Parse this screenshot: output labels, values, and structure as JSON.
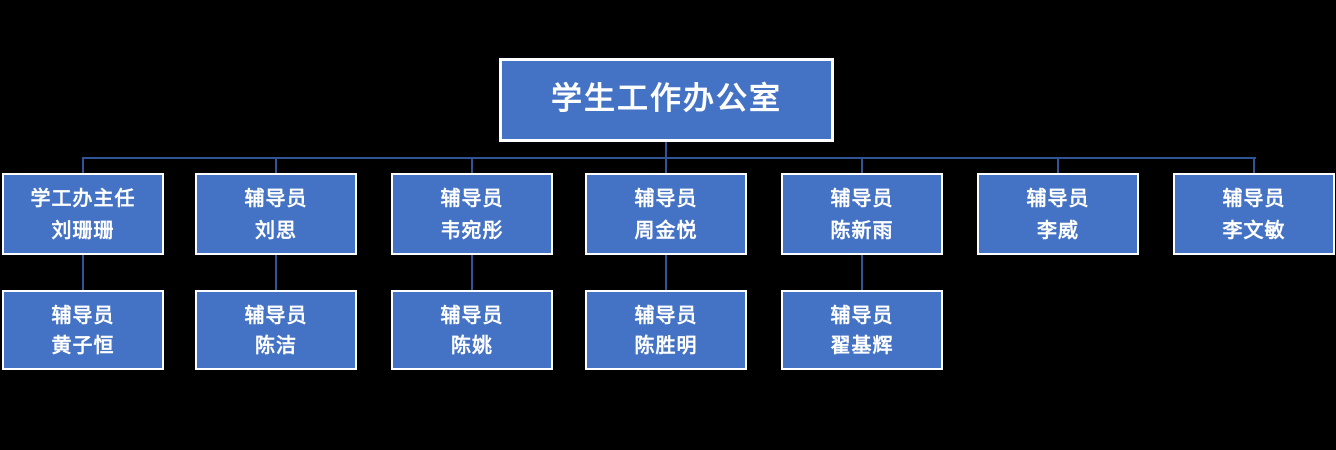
{
  "org": {
    "root": {
      "label": "学生工作办公室"
    },
    "level2": [
      {
        "title": "学工办主任",
        "name": "刘珊珊"
      },
      {
        "title": "辅导员",
        "name": "刘思"
      },
      {
        "title": "辅导员",
        "name": "韦宛彤"
      },
      {
        "title": "辅导员",
        "name": "周金悦"
      },
      {
        "title": "辅导员",
        "name": "陈新雨"
      },
      {
        "title": "辅导员",
        "name": "李威"
      },
      {
        "title": "辅导员",
        "name": "李文敏"
      }
    ],
    "level3": [
      {
        "title": "辅导员",
        "name": "黄子恒"
      },
      {
        "title": "辅导员",
        "name": "陈洁"
      },
      {
        "title": "辅导员",
        "name": "陈姚"
      },
      {
        "title": "辅导员",
        "name": "陈胜明"
      },
      {
        "title": "辅导员",
        "name": "翟基辉"
      }
    ],
    "colors": {
      "background": "#000000",
      "box_fill": "#4472C4",
      "box_border": "#FFFFFF",
      "connector": "#2F5597",
      "text": "#FFFFFF"
    }
  }
}
